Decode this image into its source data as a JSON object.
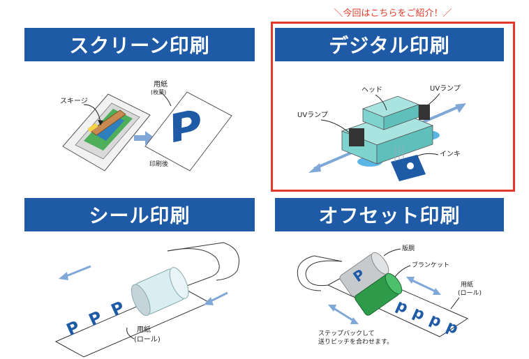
{
  "note": "＼今回はこちらをご紹介！／",
  "panels": {
    "screen": {
      "title": "スクリーン印刷",
      "label_squeegee": "スキージ",
      "label_paper_1": "用紙",
      "label_paper_2": "(枚葉)",
      "label_after": "印刷後"
    },
    "digital": {
      "title": "デジタル印刷",
      "label_head": "ヘッド",
      "label_uv_left": "UVランプ",
      "label_uv_right": "UVランプ",
      "label_ink": "インキ"
    },
    "seal": {
      "title": "シール印刷",
      "label_paper_1": "用紙",
      "label_paper_2": "(ロール)"
    },
    "offset": {
      "title": "オフセット印刷",
      "label_plate": "版胴",
      "label_blanket": "ブランケット",
      "label_paper_1": "用紙",
      "label_paper_2": "(ロール)",
      "label_step_1": "ステップバックして",
      "label_step_2": "送りピッチを合わせます。"
    }
  },
  "colors": {
    "banner": "#1e5aa6",
    "highlight": "#e23a2a",
    "p_glyph": "#1e5aa6",
    "arrow": "#7fa8d8",
    "head": "#7fd3cf",
    "uv_glow": "#3fa9e0",
    "blanket": "#2e9b4a",
    "plate": "#b8bcc0"
  }
}
